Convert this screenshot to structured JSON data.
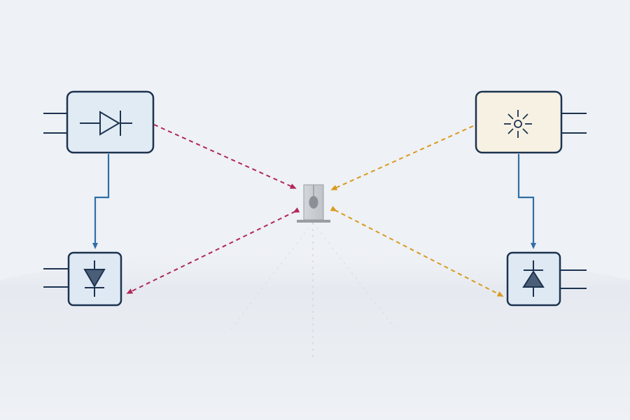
{
  "colors": {
    "background": "#eef1f5",
    "floor": "#e5e9ef",
    "box_stroke": "#1c3350",
    "box_fill_blue": "#e1ebf4",
    "box_fill_cream": "#f7f1e3",
    "symbol_fill": "#4a5e78",
    "solid_link": "#2f6fa8",
    "dashed_crimson": "#b0285a",
    "dashed_amber": "#d99a1c",
    "center_device": "#c8cbd0",
    "center_device_dark": "#8c9096"
  },
  "nodes": [
    {
      "id": "emitter-left",
      "icon": "diode-icon",
      "fill": "box_fill_blue"
    },
    {
      "id": "emitter-right",
      "icon": "light-source-icon",
      "fill": "box_fill_cream"
    },
    {
      "id": "receiver-left",
      "icon": "photodiode-down-icon",
      "fill": "box_fill_blue"
    },
    {
      "id": "receiver-right",
      "icon": "photodiode-up-icon",
      "fill": "box_fill_blue"
    },
    {
      "id": "center-target",
      "icon": "sensor-device-icon",
      "fill": "center_device"
    }
  ],
  "links": [
    {
      "from": "emitter-left",
      "to": "receiver-left",
      "style": "solid",
      "color": "solid_link"
    },
    {
      "from": "emitter-right",
      "to": "receiver-right",
      "style": "solid",
      "color": "solid_link"
    },
    {
      "from": "emitter-left",
      "to": "center-target",
      "style": "dashed",
      "color": "dashed_crimson"
    },
    {
      "from": "center-target",
      "to": "receiver-left",
      "style": "dashed",
      "color": "dashed_crimson"
    },
    {
      "from": "emitter-right",
      "to": "center-target",
      "style": "dashed",
      "color": "dashed_amber"
    },
    {
      "from": "center-target",
      "to": "receiver-right",
      "style": "dashed",
      "color": "dashed_amber"
    }
  ]
}
